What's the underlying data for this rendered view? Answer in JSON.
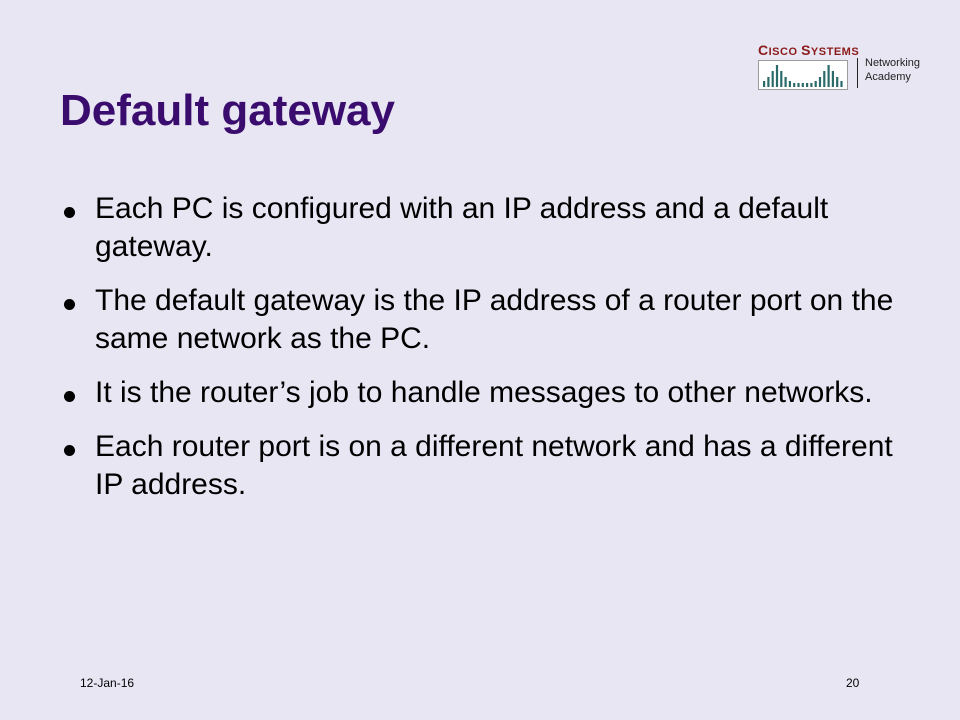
{
  "logo": {
    "brand_big_1": "C",
    "brand_small_1": "ISCO ",
    "brand_big_2": "S",
    "brand_small_2": "YSTEMS",
    "academy_line1": "Networking",
    "academy_line2": "Academy",
    "colors": {
      "brand": "#8a1a1a",
      "bars": "#2a6a6a"
    }
  },
  "slide": {
    "title": "Default gateway",
    "bullets": [
      "Each PC is configured with an IP address and a default gateway.",
      "The default gateway is the IP address of a router port on the same network as the PC.",
      "It is the router’s job to handle messages to other networks.",
      "Each router port is on a different network and has a different IP address."
    ]
  },
  "footer": {
    "date": "12-Jan-16",
    "page": "20"
  },
  "colors": {
    "background": "#e8e6f3",
    "title": "#3a0c6e"
  }
}
